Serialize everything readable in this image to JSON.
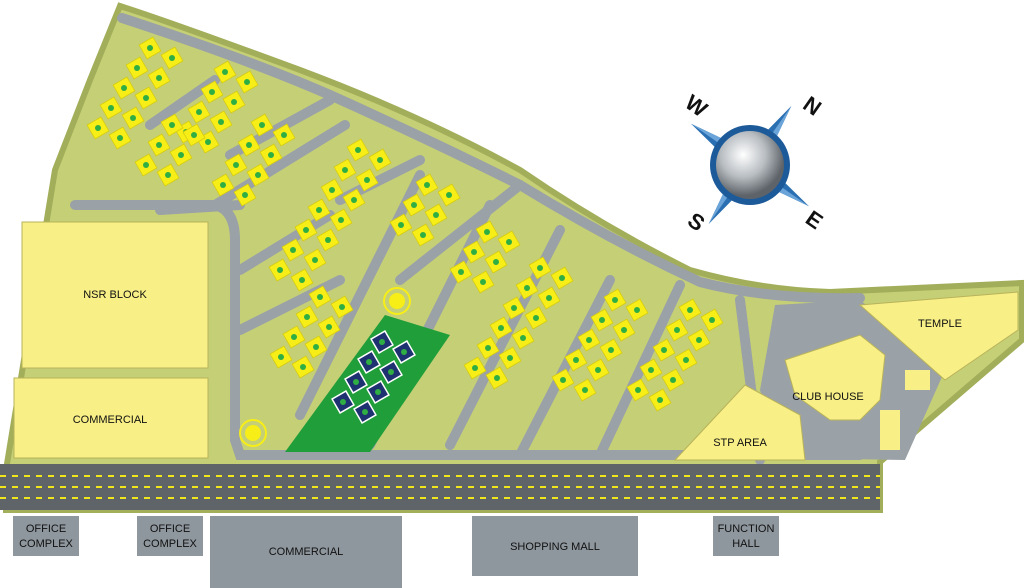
{
  "map": {
    "zones": {
      "nsr_block": "NSR BLOCK",
      "commercial_left": "COMMERCIAL",
      "club_house": "CLUB HOUSE",
      "stp_area": "STP AREA",
      "temple": "TEMPLE"
    },
    "bottom": {
      "office_complex_1": [
        "OFFICE",
        "COMPLEX"
      ],
      "office_complex_2": [
        "OFFICE",
        "COMPLEX"
      ],
      "commercial": "COMMERCIAL",
      "shopping_mall": "SHOPPING MALL",
      "function_hall": [
        "FUNCTION",
        "HALL"
      ]
    },
    "compass": {
      "north": "N",
      "east": "E",
      "south": "S",
      "west": "W"
    },
    "colors": {
      "land": "#c5cf76",
      "land_edge": "#a3ae5a",
      "road": "#9aa1a7",
      "plot": "#f7ee17",
      "zone": "#f8ef86",
      "park": "#1f9e3a",
      "plot_dark": "#1e3170",
      "highway": "#5f6469",
      "lane_mark": "#f0e61a",
      "building_block": "#8f979e"
    }
  }
}
